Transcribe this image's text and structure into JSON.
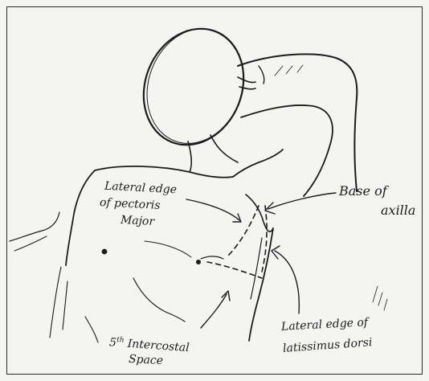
{
  "labels": {
    "pectoralis_line1": "Lateral edge",
    "pectoralis_line2": "of pectoris",
    "pectoralis_line3": "Major",
    "base_axilla_line1": "Base of",
    "base_axilla_line2": "axilla",
    "intercostal_num": "5",
    "intercostal_sup": "th",
    "intercostal_line1": "Intercostal",
    "intercostal_line2": "Space",
    "latissimus_line1": "Lateral edge of",
    "latissimus_line2": "latissimus dorsi"
  },
  "colors": {
    "ink": "#1c1c1c",
    "paper": "#f4f4f2"
  }
}
